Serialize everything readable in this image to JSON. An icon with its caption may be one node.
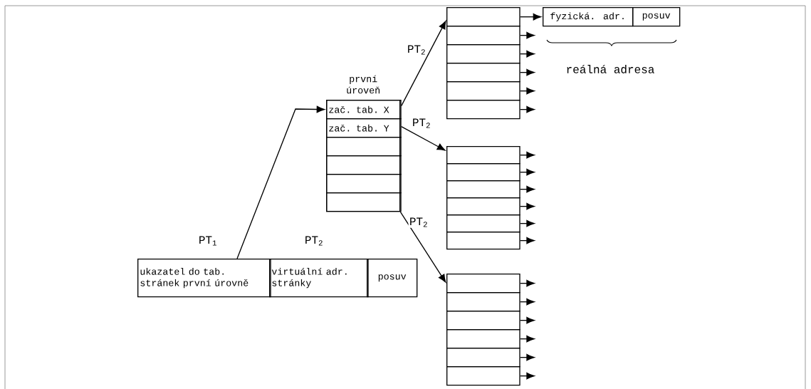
{
  "diagram": {
    "nodes": [
      {
        "text": [
          "ukazatel do tab. stránek první úrovně"
        ]
      },
      {
        "text": [
          "virtuální adr. stránky"
        ]
      },
      {
        "text": [
          "posuv"
        ]
      },
      {
        "text": [
          "první úroveň"
        ]
      },
      {
        "text": [
          "zač. tab. X"
        ],
        "in": 3
      },
      {
        "text": [
          "zač. tab. Y"
        ],
        "in": 3
      },
      {
        "text": [],
        "shape": "box",
        "in": 3
      },
      {
        "text": [],
        "shape": "box",
        "in": 3
      },
      {
        "text": [],
        "shape": "box",
        "in": 3
      },
      {
        "text": [],
        "shape": "box",
        "in": 3
      },
      {
        "text": [],
        "shape": "box"
      },
      {
        "text": [],
        "shape": "box"
      },
      {
        "text": [],
        "shape": "box"
      },
      {
        "text": [],
        "shape": "box"
      },
      {
        "text": [],
        "shape": "box"
      },
      {
        "text": [],
        "shape": "box"
      },
      {
        "text": [],
        "shape": "box"
      },
      {
        "text": [],
        "shape": "box"
      },
      {
        "text": [],
        "shape": "box"
      },
      {
        "text": [],
        "shape": "box"
      },
      {
        "text": [],
        "shape": "box"
      },
      {
        "text": [],
        "shape": "box"
      },
      {
        "text": [],
        "shape": "box"
      },
      {
        "text": [],
        "shape": "box"
      },
      {
        "text": [],
        "shape": "box"
      },
      {
        "text": [],
        "shape": "box"
      },
      {
        "text": [],
        "shape": "box"
      },
      {
        "text": [],
        "shape": "box"
      },
      {
        "text": [
          "fyzická. adr."
        ]
      },
      {
        "text": [
          "posuv"
        ]
      }
    ],
    "edges": [
      {
        "from": 0,
        "to": 4,
        "arrow": "to"
      },
      {
        "from": 4,
        "to": 10,
        "arrow": "to",
        "label": "PT$_{2}$"
      },
      {
        "from": 5,
        "to": 16,
        "arrow": "to",
        "label": "PT$_{2}$"
      },
      {
        "from": 3,
        "to": 22,
        "arrow": "to",
        "label": "PT$_{2}$"
      },
      {
        "from": 10,
        "to": 28,
        "arrow": "to"
      },
      {
        "from": 11,
        "to": null,
        "arrow": "to"
      },
      {
        "from": 12,
        "to": null,
        "arrow": "to"
      },
      {
        "from": 13,
        "to": null,
        "arrow": "to"
      },
      {
        "from": 14,
        "to": null,
        "arrow": "to"
      },
      {
        "from": 15,
        "to": null,
        "arrow": "to"
      },
      {
        "from": 16,
        "to": null,
        "arrow": "to"
      },
      {
        "from": 17,
        "to": null,
        "arrow": "to"
      },
      {
        "from": 18,
        "to": null,
        "arrow": "to"
      },
      {
        "from": 19,
        "to": null,
        "arrow": "to"
      },
      {
        "from": 20,
        "to": null,
        "arrow": "to"
      },
      {
        "from": 21,
        "to": null,
        "arrow": "to"
      },
      {
        "from": 22,
        "to": null,
        "arrow": "to"
      },
      {
        "from": 23,
        "to": null,
        "arrow": "to"
      },
      {
        "from": 24,
        "to": null,
        "arrow": "to"
      },
      {
        "from": 25,
        "to": null,
        "arrow": "to"
      },
      {
        "from": 26,
        "to": null,
        "arrow": "to"
      },
      {
        "from": 27,
        "to": null,
        "arrow": "to"
      }
    ],
    "labels": [
      "reálná adresa",
      "PT$_{1}$",
      "PT$_{2}$"
    ]
  }
}
